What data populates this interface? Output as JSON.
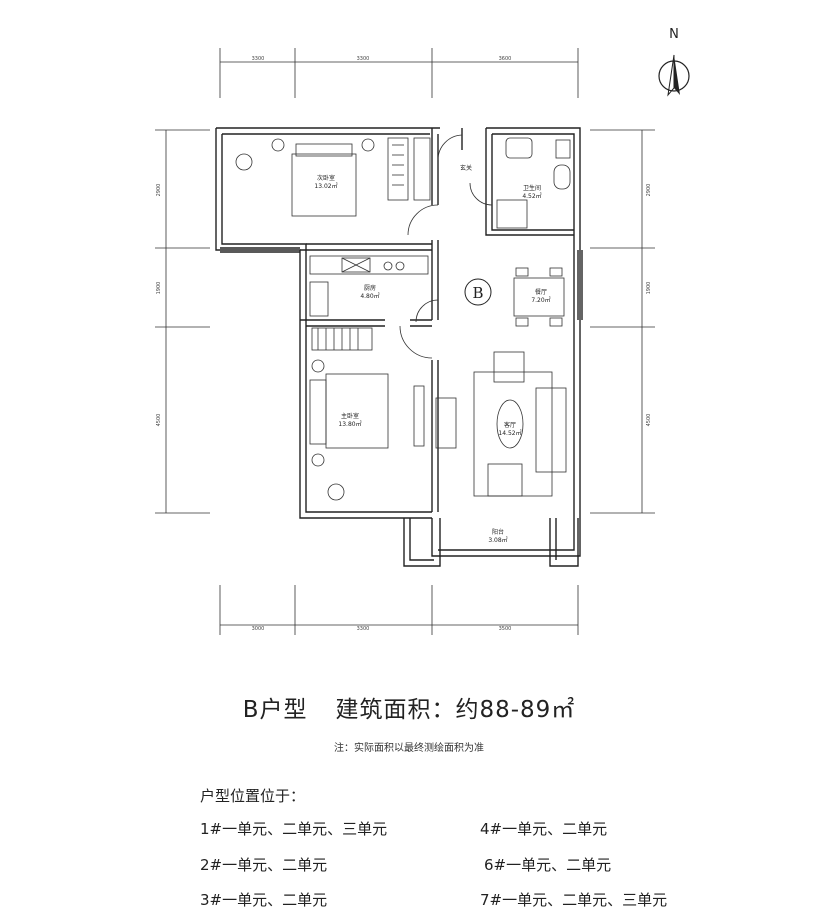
{
  "compass": {
    "label": "N"
  },
  "plan": {
    "unit_label": "B",
    "rooms": [
      {
        "id": "second-bedroom",
        "name": "次卧室",
        "area": "13.02㎡"
      },
      {
        "id": "entry",
        "name": "玄关",
        "area": ""
      },
      {
        "id": "bathroom",
        "name": "卫生间",
        "area": "4.52㎡"
      },
      {
        "id": "kitchen",
        "name": "厨房",
        "area": "4.80㎡"
      },
      {
        "id": "dining",
        "name": "餐厅",
        "area": "7.20㎡"
      },
      {
        "id": "master-bedroom",
        "name": "主卧室",
        "area": "13.80㎡"
      },
      {
        "id": "living",
        "name": "客厅",
        "area": "14.52㎡"
      },
      {
        "id": "balcony",
        "name": "阳台",
        "area": "3.08㎡"
      }
    ],
    "dims_top": [
      "3300",
      "3300",
      "3600"
    ],
    "dims_bottom": [
      "3000",
      "3300",
      "3500"
    ],
    "dims_left": [
      "2900",
      "1900",
      "4500"
    ],
    "dims_right": [
      "2900",
      "1900",
      "4500"
    ]
  },
  "title": {
    "type": "B户型",
    "area_label": "建筑面积：约88-89㎡"
  },
  "note": "注：实际面积以最终测绘面积为准",
  "locations": {
    "heading": "户型位置位于：",
    "left": [
      "1#一单元、二单元、三单元",
      "2#一单元、二单元",
      "3#一单元、二单元"
    ],
    "right": [
      "4#一单元、二单元",
      "6#一单元、二单元",
      "7#一单元、二单元、三单元"
    ]
  }
}
